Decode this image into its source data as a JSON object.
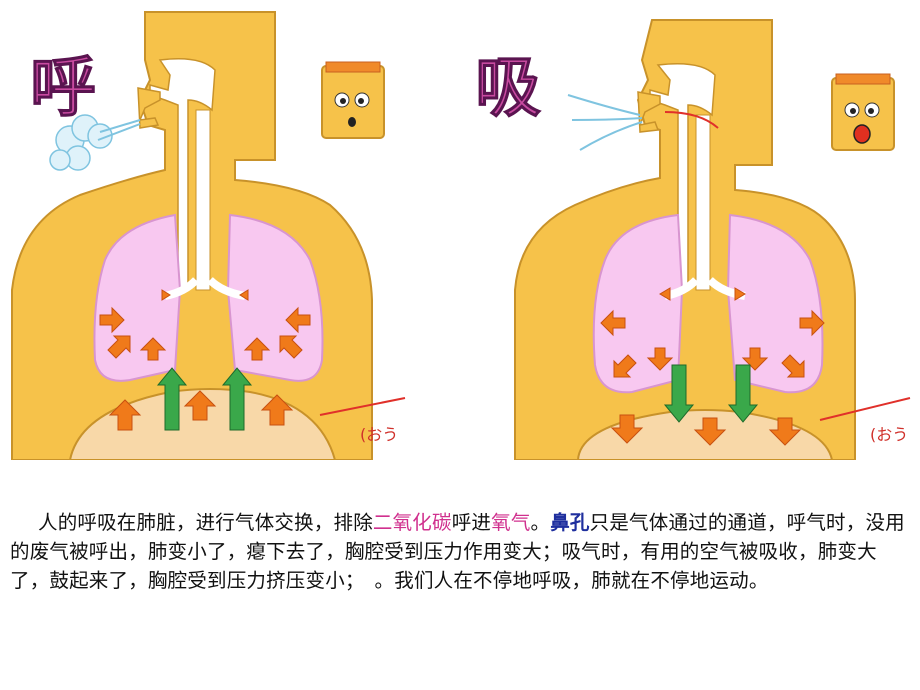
{
  "panels": {
    "exhale": {
      "title": "呼",
      "side_label": "(おう"
    },
    "inhale": {
      "title": "吸",
      "side_label": "(おう"
    }
  },
  "caption": {
    "p1": "人的呼吸在肺脏，进行气体交换，排除",
    "co2": "二氧化碳",
    "p2": "呼进",
    "o2": "氧气",
    "p3": "。",
    "nose": "鼻孔",
    "p4": "只是气体通过的通道，呼气时，没用的废气被呼出，肺变小了，瘪下去了，胸腔受到压力作用变大；吸气时，有用的空气被吸收，肺变大了，鼓起来了，胸腔受到压力挤压变小；　。我们人在不停地呼吸，肺就在不停地运动。"
  },
  "colors": {
    "body": "#f6c24a",
    "body_outline": "#c8922a",
    "lung": "#f8c8f0",
    "lung_outline": "#d895d0",
    "diaphragm": "#f8d8a8",
    "arrow_orange": "#f07a1a",
    "arrow_green": "#3aa84a",
    "title_pink": "#c84aa0",
    "highlight_pink": "#d0308e",
    "highlight_blue": "#1f2f9e"
  }
}
